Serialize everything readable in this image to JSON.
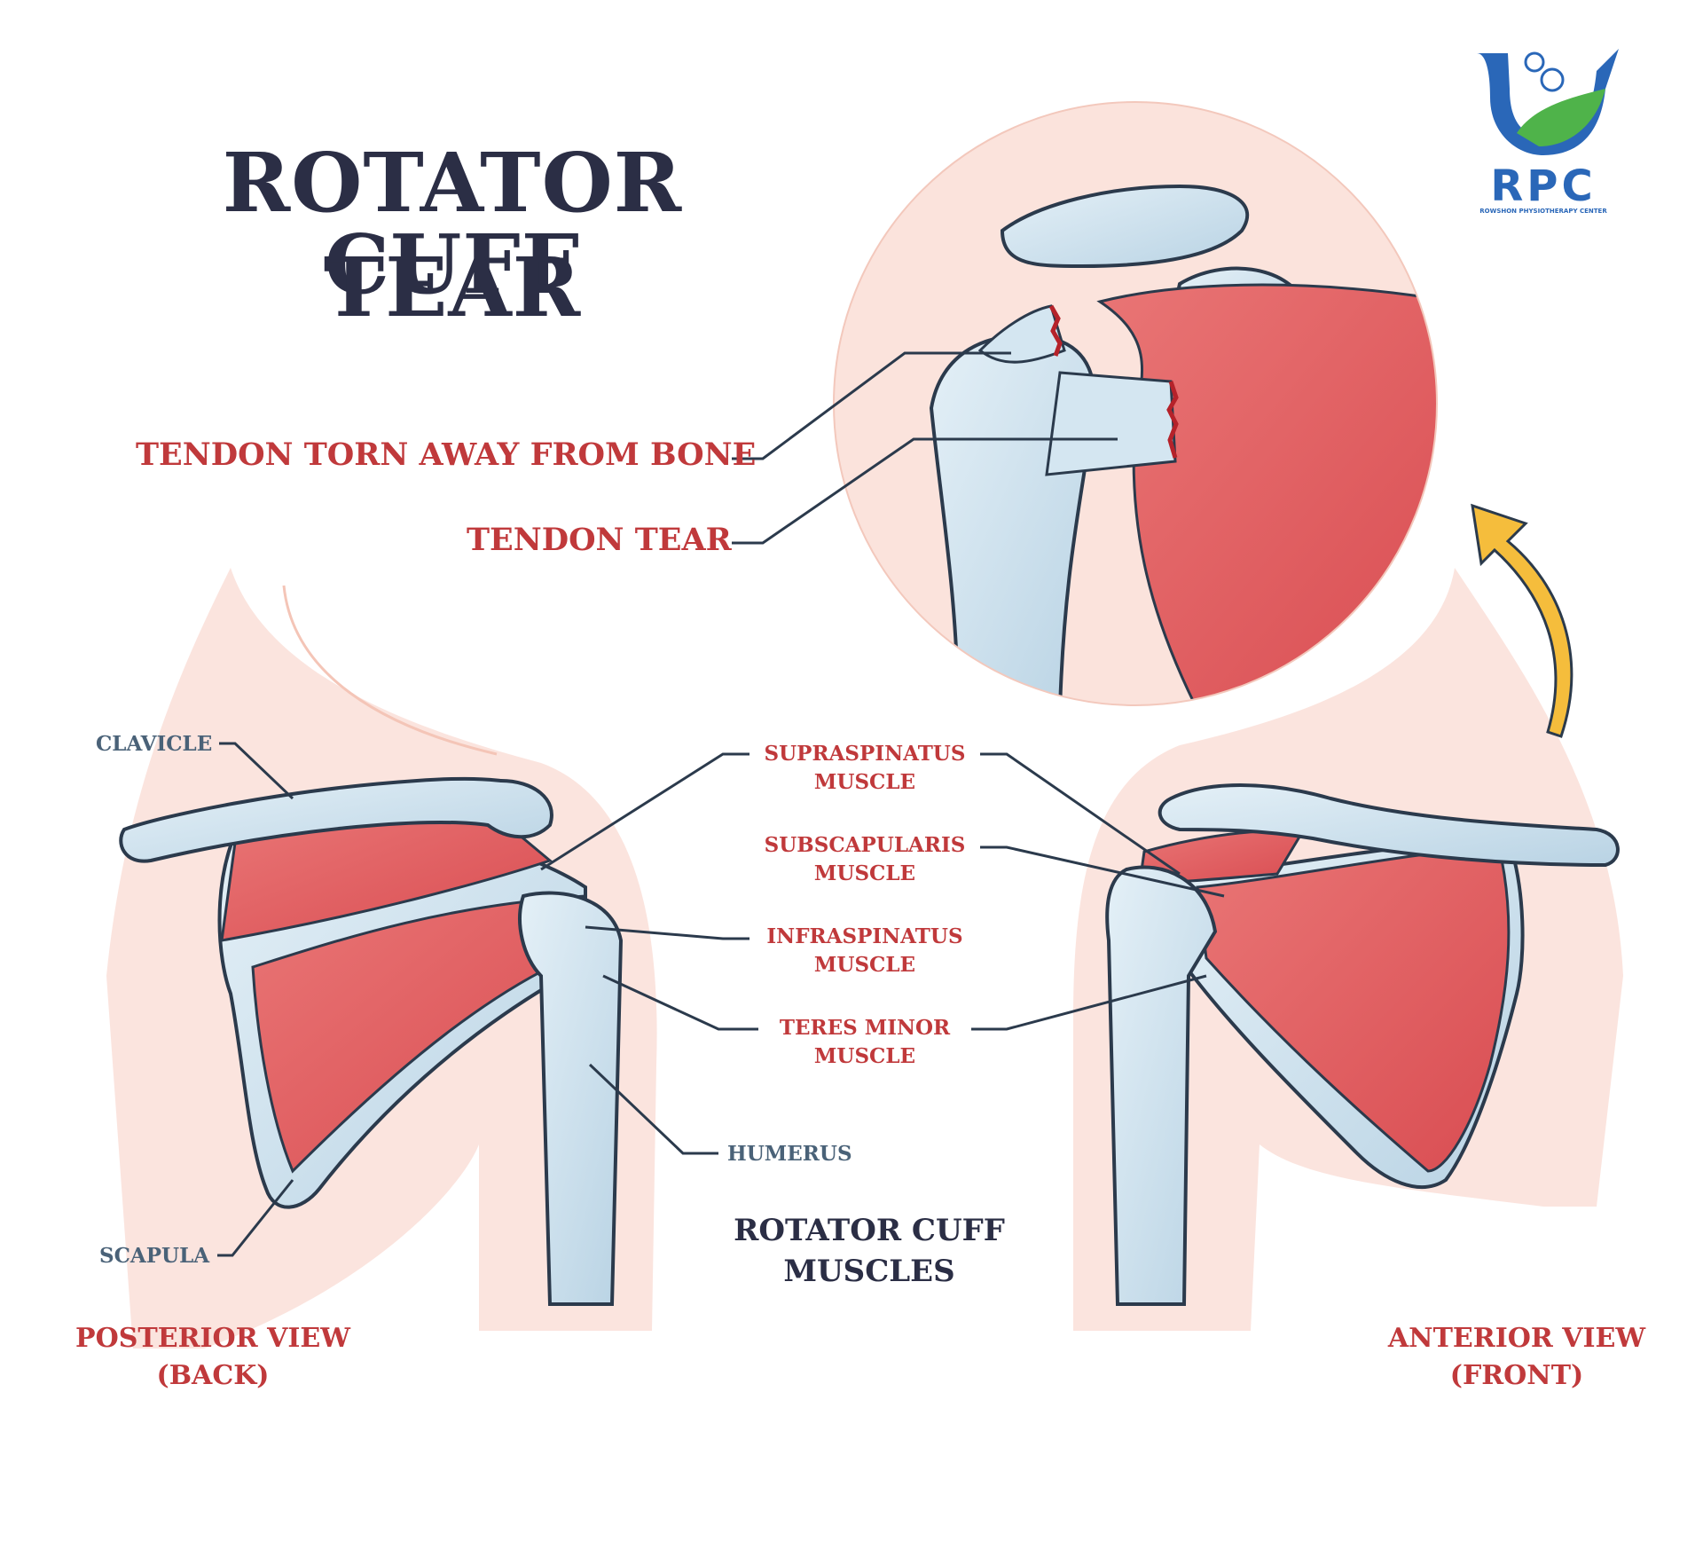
{
  "title": {
    "line1": "ROTATOR CUFF",
    "line2": "TEAR"
  },
  "detail_callouts": {
    "tendon_torn_away": "TENDON TORN AWAY FROM BONE",
    "tendon_tear": "TENDON TEAR"
  },
  "bone_labels": {
    "clavicle": "CLAVICLE",
    "scapula": "SCAPULA",
    "humerus": "HUMERUS"
  },
  "muscle_labels": {
    "supraspinatus": {
      "line1": "SUPRASPINATUS",
      "line2": "MUSCLE"
    },
    "subscapularis": {
      "line1": "SUBSCAPULARIS",
      "line2": "MUSCLE"
    },
    "infraspinatus": {
      "line1": "INFRASPINATUS",
      "line2": "MUSCLE"
    },
    "teres_minor": {
      "line1": "TERES MINOR",
      "line2": "MUSCLE"
    }
  },
  "center_heading": {
    "line1": "ROTATOR CUFF",
    "line2": "MUSCLES"
  },
  "views": {
    "posterior": {
      "line1": "POSTERIOR VIEW",
      "line2": "(BACK)"
    },
    "anterior": {
      "line1": "ANTERIOR VIEW",
      "line2": "(FRONT)"
    }
  },
  "logo": {
    "abbr": "RPC",
    "full": "ROWSHON PHYSIOTHERAPY CENTER"
  },
  "colors": {
    "skin": "#fbe3dc",
    "muscle": "#e06060",
    "bone": "#cfe2ee",
    "title": "#2b2e45",
    "label_red": "#c0393b",
    "label_bone": "#4a6278",
    "arrow": "#f5bd3c"
  }
}
